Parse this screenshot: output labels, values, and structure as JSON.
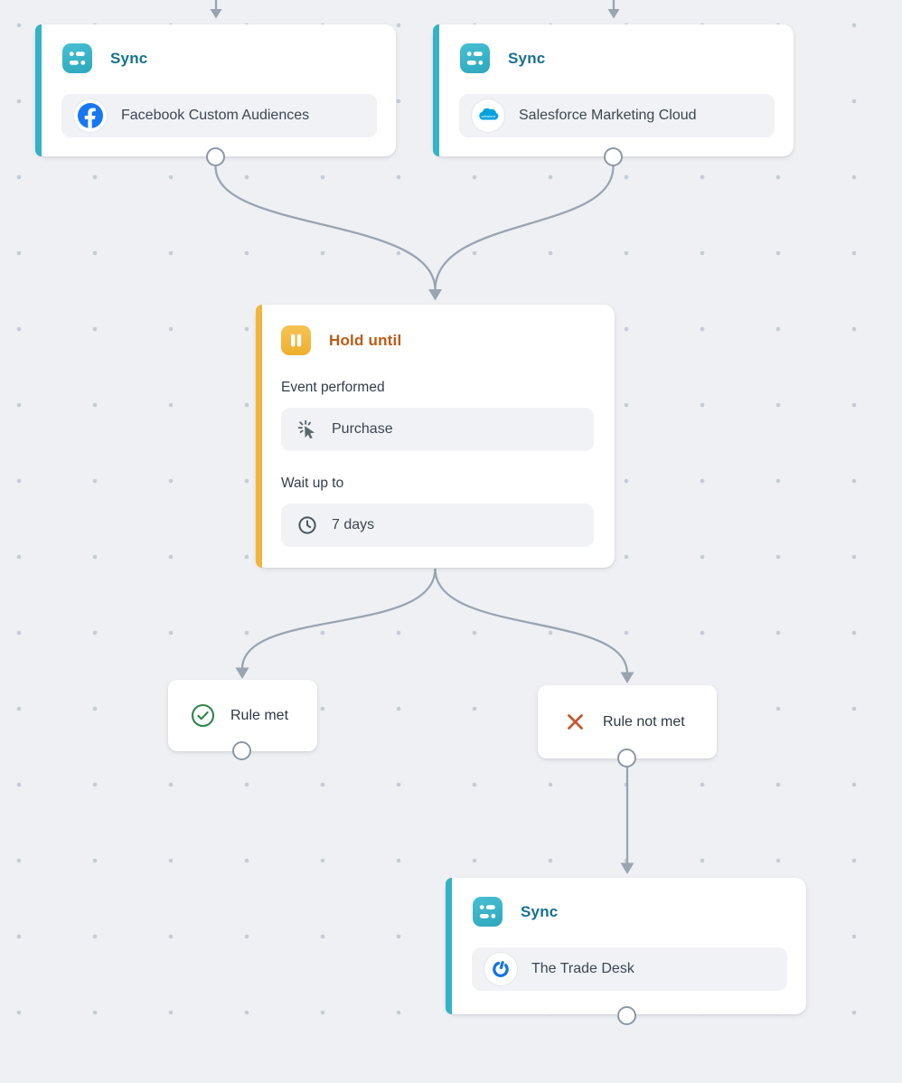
{
  "canvas": {
    "background_color": "#eef0f4",
    "grid_dot_color": "#c5ccd6",
    "edge_color": "#9aa4b1"
  },
  "nodes": {
    "sync_facebook": {
      "title": "Sync",
      "integration": "Facebook Custom Audiences"
    },
    "sync_salesforce": {
      "title": "Sync",
      "integration": "Salesforce Marketing Cloud"
    },
    "hold_until": {
      "title": "Hold until",
      "event_label": "Event performed",
      "event_value": "Purchase",
      "wait_label": "Wait up to",
      "wait_value": "7 days"
    },
    "rule_met": {
      "label": "Rule met"
    },
    "rule_not_met": {
      "label": "Rule not met"
    },
    "sync_tradedesk": {
      "title": "Sync",
      "integration": "The Trade Desk"
    }
  },
  "colors": {
    "sync_accent": "#35b2c6",
    "sync_title": "#17708f",
    "hold_accent": "#f3b43c",
    "hold_title": "#bc5a12",
    "rule_met_green": "#2e8549",
    "rule_not_met_red": "#c2552a",
    "facebook_blue": "#1877f2",
    "salesforce_blue": "#00a1e0",
    "tradedesk_blue": "#1673e6"
  },
  "icons": {
    "badge_sync": "sync-icon",
    "badge_hold": "pause-icon",
    "event": "click-cursor-icon",
    "wait": "clock-icon",
    "rule_met": "check-circle-icon",
    "rule_not_met": "x-icon"
  }
}
